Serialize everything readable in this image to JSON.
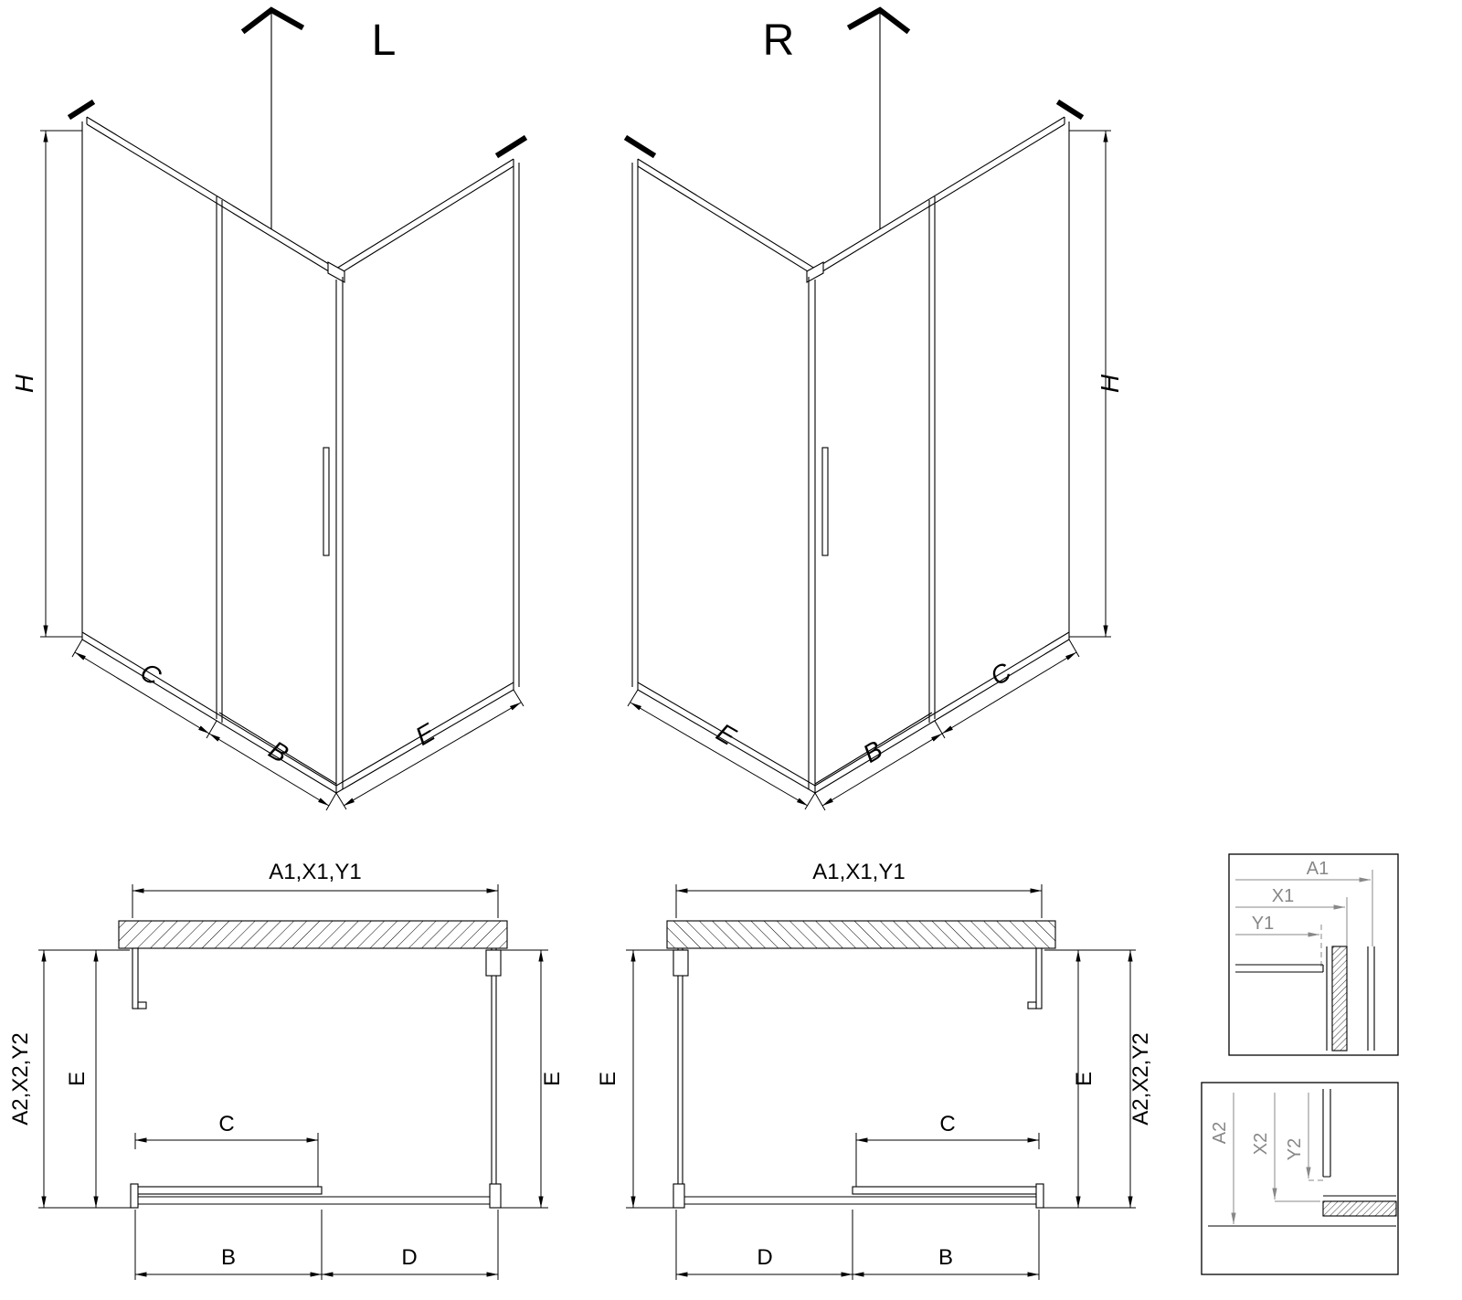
{
  "palette": {
    "background": "#ffffff",
    "line": "#000000",
    "detail_label": "#878787"
  },
  "views": {
    "iso_left": {
      "title": "L",
      "height": "H",
      "fixed_width": "C",
      "door_width": "B",
      "side_depth": "E"
    },
    "iso_right": {
      "title": "R",
      "height": "H",
      "fixed_width": "C",
      "door_width": "B",
      "side_depth": "E"
    },
    "plan_left": {
      "width_total": "A1,X1,Y1",
      "depth_total": "A2,X2,Y2",
      "depth_left": "E",
      "depth_right": "E",
      "opening": "C",
      "door": "B",
      "fixed": "D"
    },
    "plan_right": {
      "width_total": "A1,X1,Y1",
      "depth_total": "A2,X2,Y2",
      "depth_left": "E",
      "depth_right": "E",
      "opening": "C",
      "door": "B",
      "fixed": "D"
    },
    "detail_top": {
      "a1": "A1",
      "x1": "X1",
      "y1": "Y1"
    },
    "detail_bottom": {
      "a2": "A2",
      "x2": "X2",
      "y2": "Y2"
    }
  }
}
